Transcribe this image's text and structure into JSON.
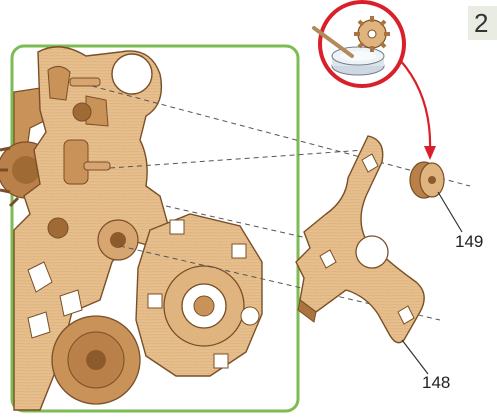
{
  "step": {
    "number": "2"
  },
  "callouts": [
    {
      "id": "149",
      "label": "149"
    },
    {
      "id": "148",
      "label": "148"
    }
  ],
  "colors": {
    "frame_green": "#7dbb54",
    "wood_light": "#e8c393",
    "wood_mid": "#d7a670",
    "wood_dark": "#a9743f",
    "wood_shadow": "#7a4f27",
    "highlight_red": "#d9202a",
    "step_badge_bg": "#e9ece3"
  },
  "icons": [
    "glue-pot-icon",
    "brush-icon",
    "arrow-icon"
  ]
}
